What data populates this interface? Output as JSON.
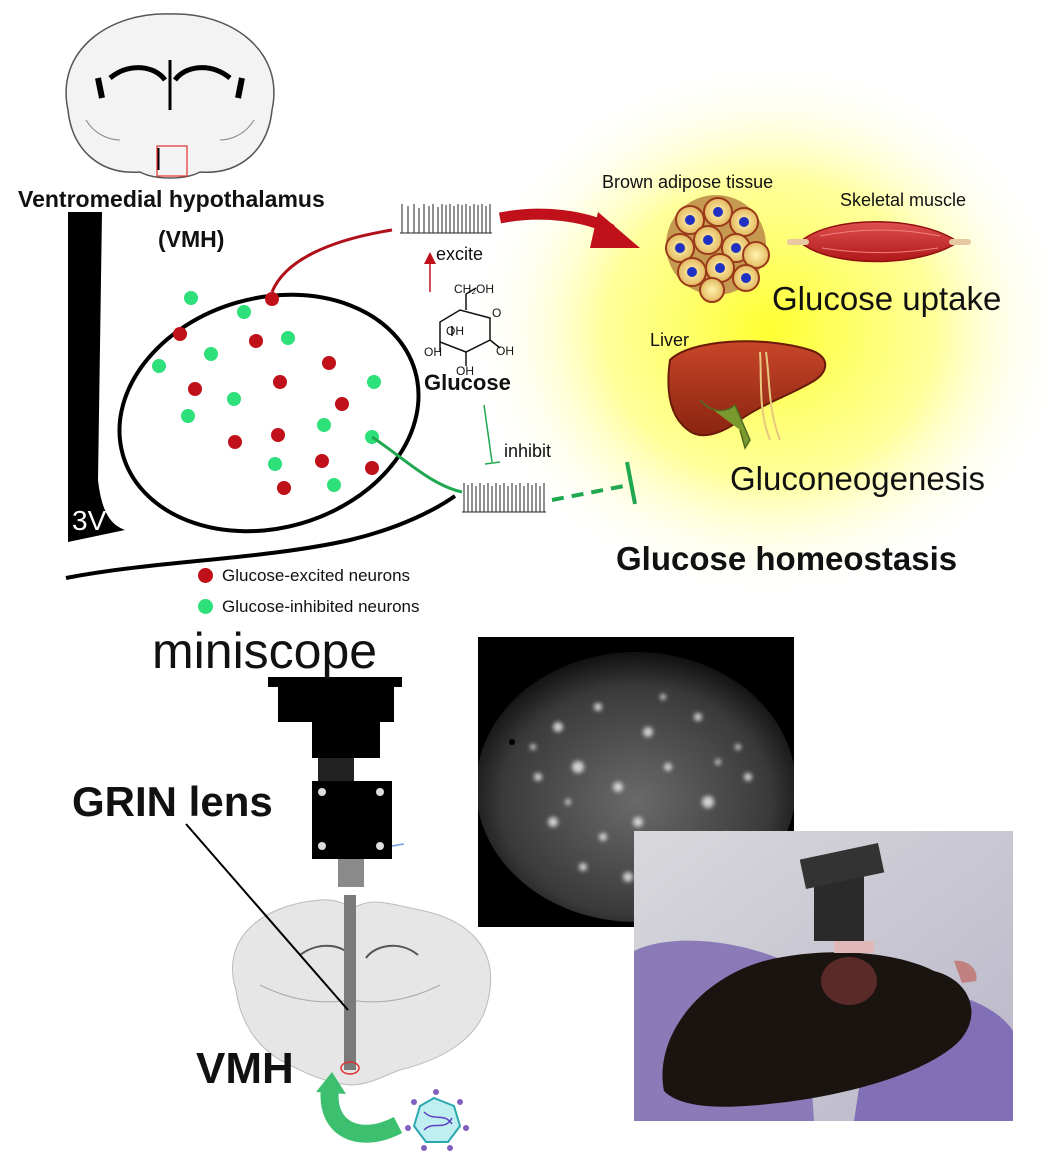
{
  "title_line1": "Ventromedial hypothalamus",
  "title_line2": "(VMH)",
  "ventricle_label": "3V",
  "excite_label": "excite",
  "inhibit_label": "inhibit",
  "glucose_label": "Glucose",
  "glucose_molecule": {
    "ch2oh": "CH₂OH",
    "o": "O",
    "oh": "OH"
  },
  "targets": {
    "brown_adipose": "Brown adipose tissue",
    "skeletal_muscle": "Skeletal muscle",
    "glucose_uptake": "Glucose uptake",
    "liver": "Liver",
    "gluconeogenesis": "Gluconeogenesis"
  },
  "outcome": "Glucose homeostasis",
  "legend": {
    "excited": "Glucose-excited neurons",
    "inhibited": "Glucose-inhibited neurons"
  },
  "miniscope_label": "miniscope",
  "grin_label": "GRIN lens",
  "vmh_label": "VMH",
  "colors": {
    "excited": "#c0101a",
    "inhibited": "#2ee07a",
    "excite_arrow": "#c0101a",
    "inhibit_line": "#1fa84f",
    "halo": "#ffff40"
  }
}
